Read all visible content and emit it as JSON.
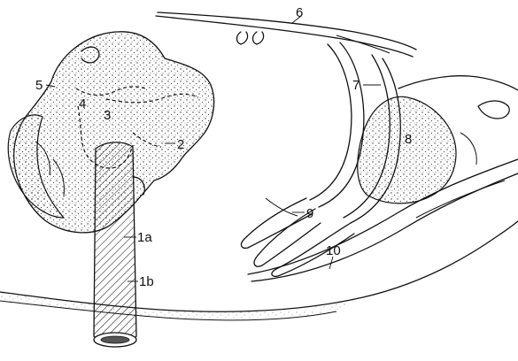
{
  "labels": {
    "l1a": "1a",
    "l1b": "1b",
    "l2": "2",
    "l3": "3",
    "l4": "4",
    "l5": "5",
    "l6": "6",
    "l7": "7",
    "l8": "8",
    "l9": "9",
    "l10": "10"
  }
}
